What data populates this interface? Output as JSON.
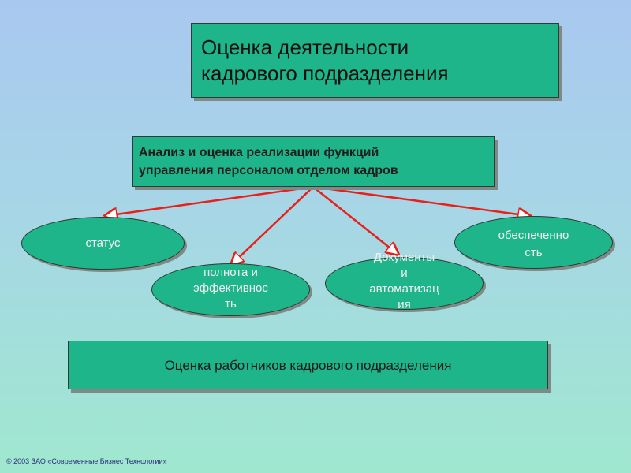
{
  "title": {
    "lines": [
      "Оценка деятельности",
      "кадрового подразделения"
    ]
  },
  "main_node": {
    "lines": [
      "Анализ и оценка реализации функций",
      "управления персоналом отделом кадров"
    ]
  },
  "nodes": {
    "status": {
      "lines": [
        "статус"
      ]
    },
    "completeness": {
      "lines": [
        "полнота и",
        "эффективнос",
        "ть"
      ]
    },
    "documents": {
      "lines": [
        "Документы",
        "и",
        "автоматизац",
        "ия"
      ]
    },
    "provision": {
      "lines": [
        "обеспеченно",
        "сть"
      ]
    }
  },
  "bottom_node": {
    "label": "Оценка работников кадрового подразделения"
  },
  "copyright": "© 2003 ЗАО «Современные Бизнес Технологии»",
  "colors": {
    "box_fill": "#1fb58a",
    "arrow": "#e8201a",
    "border": "#2f3b36"
  }
}
